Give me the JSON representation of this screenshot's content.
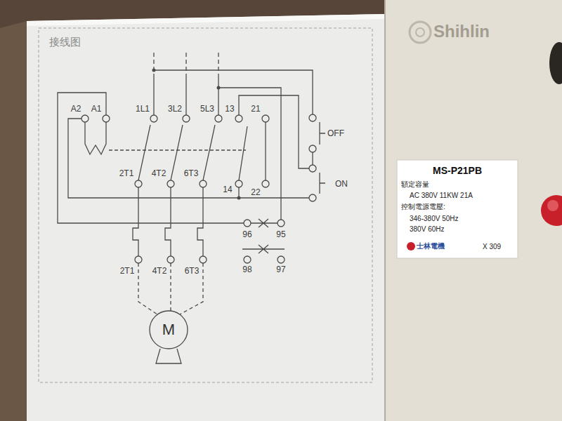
{
  "diagram": {
    "nodes": [
      {
        "text": [
          "接线图"
        ]
      },
      {
        "text": [
          "M"
        ],
        "in": 0
      },
      {
        "text": [
          "Shihlin"
        ]
      },
      {
        "text": [
          "MS-P21PB",
          "額定容量",
          "AC 380V 11KW 21A",
          "控制電源電壓:",
          "346-380V 50Hz",
          "380V 60Hz",
          "士林電機",
          "X 309"
        ],
        "in": 2
      }
    ],
    "labels": [
      "A2",
      "A1",
      "1L1",
      "3L2",
      "5L3",
      "13",
      "21",
      "OFF",
      "2T1",
      "4T2",
      "6T3",
      "14",
      "22",
      "ON",
      "96",
      "95",
      "98",
      "97",
      "2T1",
      "4T2",
      "6T3"
    ]
  }
}
